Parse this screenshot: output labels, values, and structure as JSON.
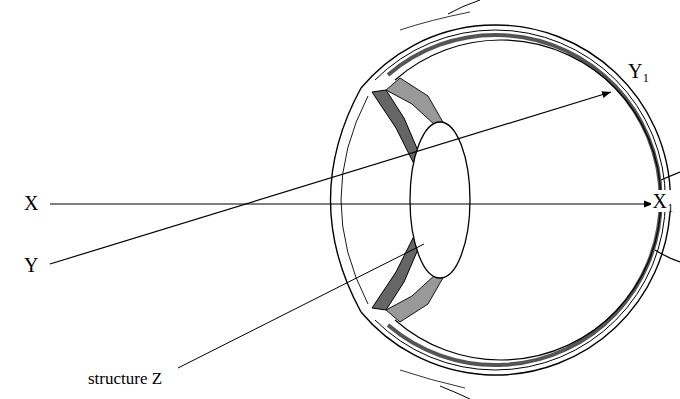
{
  "diagram": {
    "labels": [
      "X",
      "Y",
      "Y₁",
      "X₁",
      "structure Z"
    ]
  }
}
